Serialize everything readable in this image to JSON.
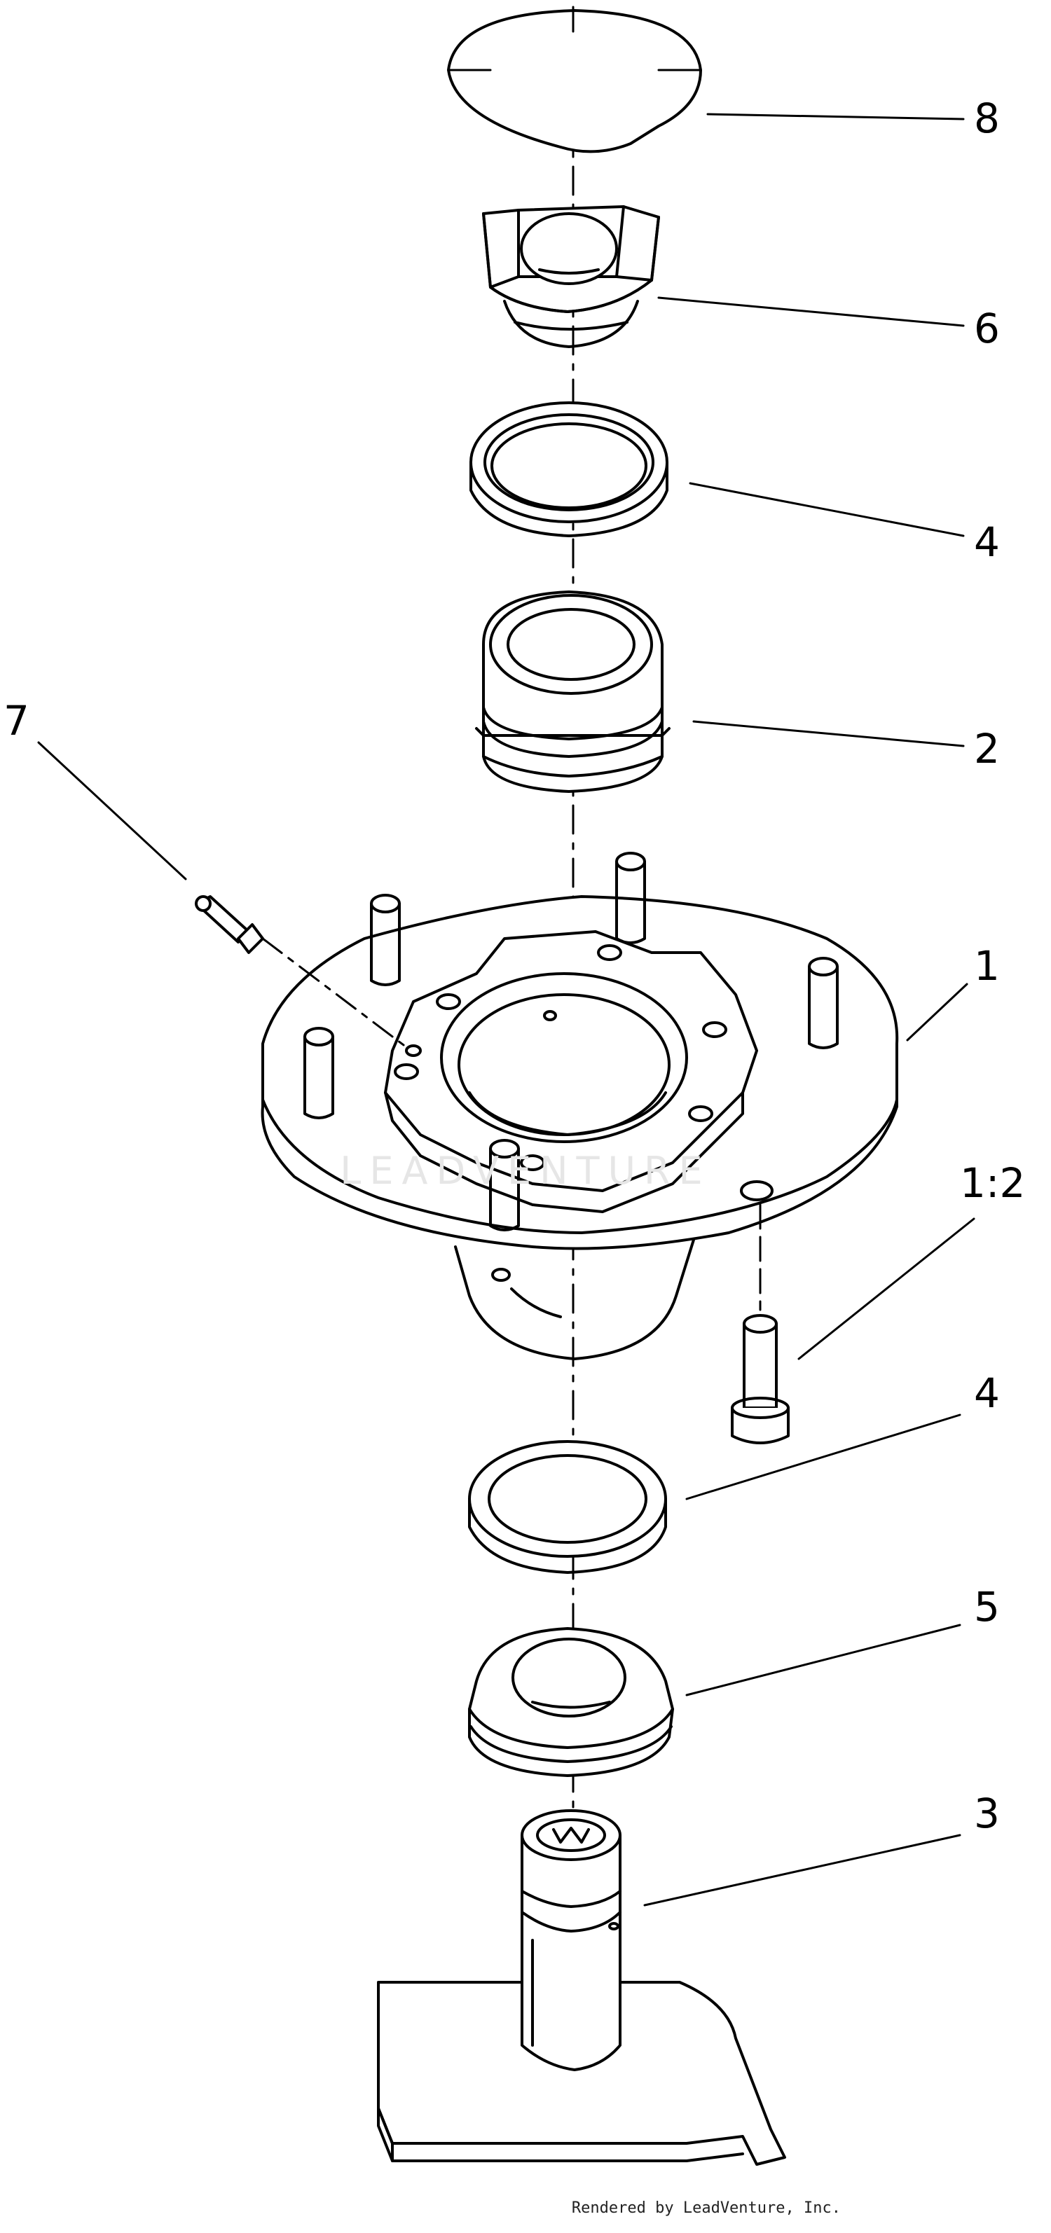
{
  "diagram": {
    "callouts": [
      {
        "id": "8",
        "label": "8"
      },
      {
        "id": "6",
        "label": "6"
      },
      {
        "id": "4a",
        "label": "4"
      },
      {
        "id": "2",
        "label": "2"
      },
      {
        "id": "7",
        "label": "7"
      },
      {
        "id": "1",
        "label": "1"
      },
      {
        "id": "1-2",
        "label": "1:2"
      },
      {
        "id": "4b",
        "label": "4"
      },
      {
        "id": "5",
        "label": "5"
      },
      {
        "id": "3",
        "label": "3"
      }
    ],
    "watermark": "LEADVENTURE",
    "credit": "Rendered by LeadVenture, Inc."
  }
}
